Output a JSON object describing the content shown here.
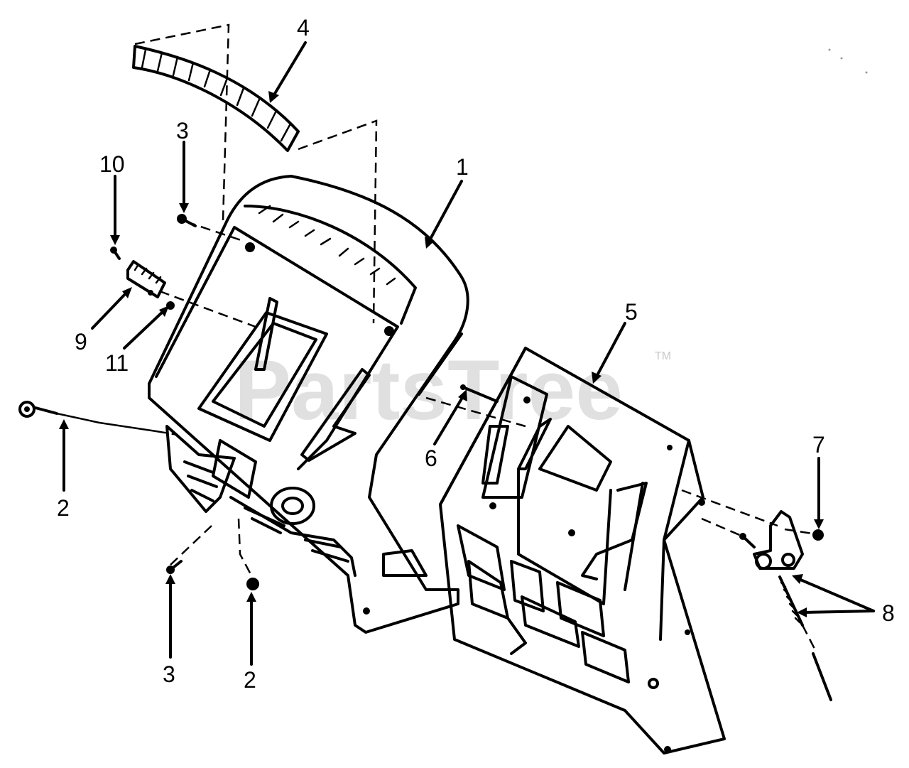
{
  "watermark": {
    "text": "PartsTree",
    "trademark": "TM"
  },
  "callouts": {
    "c1": "1",
    "c2a": "2",
    "c2b": "2",
    "c3a": "3",
    "c3b": "3",
    "c4": "4",
    "c5": "5",
    "c6": "6",
    "c7": "7",
    "c8": "8",
    "c9": "9",
    "c10": "10",
    "c11": "11"
  }
}
